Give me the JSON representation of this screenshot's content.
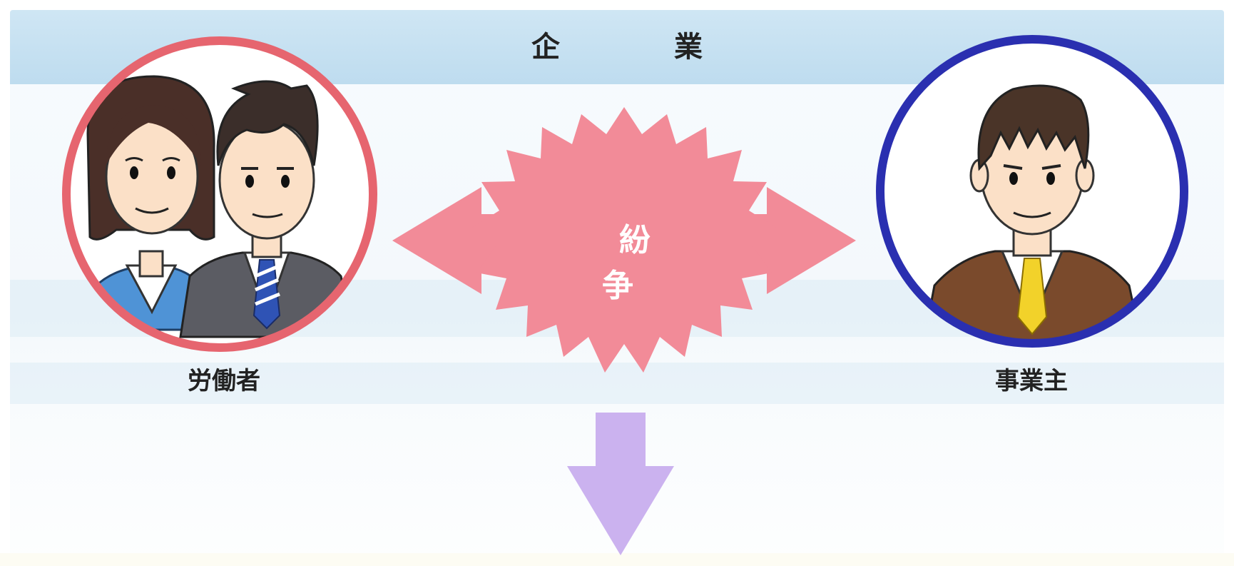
{
  "header": {
    "title": "企　業"
  },
  "workers": {
    "label": "労働者"
  },
  "employer": {
    "label": "事業主"
  },
  "dispute": {
    "label": "紛　争"
  },
  "colors": {
    "workers_ring": "#e6656f",
    "employer_ring": "#2a2fb0",
    "dispute_burst": "#f28b98",
    "down_arrow": "#cbb2ef",
    "header_band": "#c5e0f1"
  }
}
